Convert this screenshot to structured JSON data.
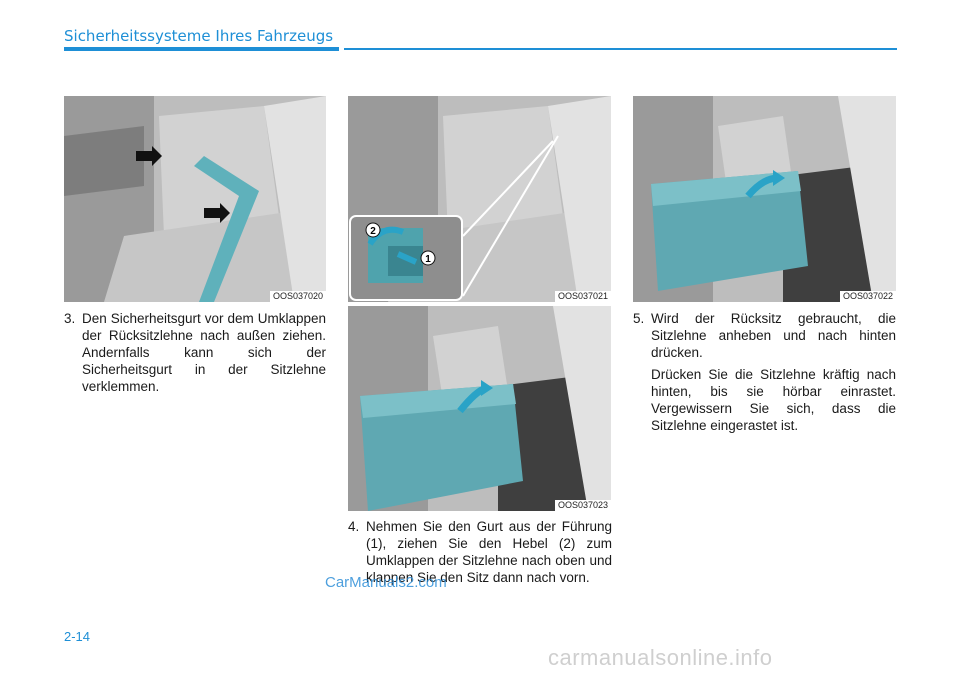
{
  "header": {
    "section_title": "Sicherheitssysteme Ihres Fahrzeugs"
  },
  "figures": {
    "fig1": {
      "code": "OOS037020"
    },
    "fig2": {
      "code": "OOS037021",
      "callouts": [
        "2",
        "1"
      ]
    },
    "fig3": {
      "code": "OOS037022"
    },
    "fig4": {
      "code": "OOS037023"
    }
  },
  "steps": {
    "step3": {
      "number": "3.",
      "text": "Den Sicherheitsgurt vor dem Umklappen der Rücksitzlehne nach außen ziehen. Andernfalls kann sich der Sicherheitsgurt in der Sitzlehne verklemmen."
    },
    "step4": {
      "number": "4.",
      "text": "Nehmen Sie den Gurt aus der Führung (1), ziehen Sie den Hebel (2) zum Umklappen der Sitzlehne nach oben und klappen Sie den Sitz dann nach vorn."
    },
    "step5": {
      "number": "5.",
      "text": "Wird der Rücksitz gebraucht, die Sitzlehne anheben und nach hinten drücken.",
      "text2": "Drücken Sie die Sitzlehne kräftig nach hinten, bis sie hörbar einrastet. Vergewissern Sie sich, dass die Sitzlehne eingerastet ist."
    }
  },
  "footer": {
    "page_number": "2-14",
    "watermark_left": "CarManuals2.com",
    "watermark_right": "carmanualsonline.info"
  }
}
